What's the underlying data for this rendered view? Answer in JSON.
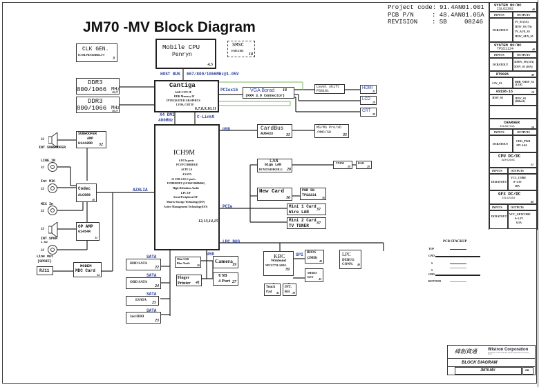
{
  "title": "JM70 -MV Block Diagram",
  "project": {
    "code_label": "Project code:",
    "code_value": "91.4AN01.001",
    "pcb_label": "PCB P/N",
    "pcb_value": ": 48.4AN01.0SA",
    "rev_label": "REVISION",
    "rev_value": ": SB",
    "rev_date": "08246"
  },
  "blocks": {
    "clkgen": {
      "name": "CLK GEN.",
      "part": "ICS9LPRS365BKLFT",
      "page": "3"
    },
    "cpu": {
      "name": "Mobile CPU",
      "sub": "Penryn",
      "page": "4,5"
    },
    "smsc": {
      "name": "SMSC",
      "part": "EMC2102",
      "page": "18"
    },
    "ddr1": {
      "name": "DDR3",
      "speed": "800/1066",
      "unit": "MHz",
      "page": "16,17"
    },
    "ddr2": {
      "name": "DDR3",
      "speed": "800/1066",
      "unit": "MHz",
      "page": "16,17"
    },
    "cantiga": {
      "name": "Cantiga",
      "lines": [
        "AGE+CPU IF",
        "DDR Memory IF",
        "INTEGRATED GRAPHICS",
        "LVDS, CRT IF"
      ],
      "page": "6,7,8,9,10,11"
    },
    "vga": {
      "name": "VGA Borad",
      "sub": "(MXM 3.0 Connector)",
      "page": "18"
    },
    "levelshift": {
      "name": "Level shift",
      "part": "PS8101"
    },
    "hdmi": {
      "name": "HDMI",
      "page": "21"
    },
    "lcd": {
      "name": "LCD",
      "page": "19"
    },
    "crt": {
      "name": "CRT",
      "page": "20"
    },
    "ich9m": {
      "name": "ICH9M",
      "lines": [
        "6 PCIe ports",
        "PCI/PCI BRIDGE",
        "ACPI 2.0",
        "4 SATA",
        "12 USB 2.0/1.1 ports",
        "ETHERNET (10/100/1000MbE)",
        "High Definition Audio",
        "LPC I/F",
        "Serial Peripheral I/F",
        "Matrix Storage Technology(DO)",
        "Active Management Technology(DO)"
      ],
      "page": "12,13,14,15"
    },
    "cardbus": {
      "name": "CardBus",
      "part": "AU6433",
      "page": "35"
    },
    "cardreader": {
      "line1": "MS/MS Pro/xD",
      "line2": "/MMC/SD",
      "page": "35"
    },
    "lan": {
      "name": "LAN",
      "sub": "Giga LAN",
      "part": "BCM5764MKMLG",
      "page": "28"
    },
    "txfm": {
      "name": "TXFM",
      "page": "29"
    },
    "rj45": {
      "name": "RJ45",
      "page": "29"
    },
    "newcard": {
      "name": "New Card",
      "page": "36"
    },
    "pwrsw": {
      "name": "PWR SW",
      "part": "TPS2231",
      "page": "36"
    },
    "mini1": {
      "name": "Mini 1 Card",
      "sub": "Wire LAN",
      "page": "37"
    },
    "mini2": {
      "name": "Mini 2 Card",
      "sub": "TV TUNER",
      "page": "37"
    },
    "subamp": {
      "name": "SUBWOOFER",
      "name2": "AMP",
      "part": "G1442RD",
      "page": "32"
    },
    "codec": {
      "name": "Codec",
      "part": "ALC888",
      "page": "30"
    },
    "opamp": {
      "name": "OP AMP",
      "part": "G1454R",
      "page": "31"
    },
    "modem": {
      "name": "MODEM",
      "sub": "MDC Card",
      "page": "34"
    },
    "rj11": {
      "name": "RJ11"
    },
    "hddsata": {
      "name": "HDD SATA",
      "page": "22"
    },
    "oddsata": {
      "name": "ODD SATA",
      "page": "24"
    },
    "esata": {
      "name": "ESATA",
      "page": "25"
    },
    "hdd2": {
      "name": "2nd HDD",
      "page": "23"
    },
    "miniusb": {
      "name": "Mini USB",
      "sub": "Blue Tooth",
      "page": "26"
    },
    "camera": {
      "name": "Camera",
      "page": "19"
    },
    "finger": {
      "name": "Finger",
      "sub": "Printer",
      "page": "41"
    },
    "usb4": {
      "name": "USB",
      "sub": "4 Port",
      "page": "27"
    },
    "kbc": {
      "name": "KBC",
      "sub": "Winbond",
      "part": "NPCE773LA0DG",
      "page": "39"
    },
    "bios": {
      "name": "BIOS",
      "sub": "(2MB)",
      "page": "40"
    },
    "media": {
      "name": "MEDIA",
      "sub": "KEY",
      "page": "42"
    },
    "touchpad": {
      "name": "Touch",
      "sub": "Pad",
      "page": "41"
    },
    "intkb": {
      "name": "INT.",
      "sub": "KB",
      "page": "39"
    },
    "lpcdebug": {
      "name": "LPC",
      "sub": "DEBUG",
      "sub2": "CONN.",
      "page": "40"
    }
  },
  "audio_ports": {
    "int_subwoofer": "INT.SUBWOOFER",
    "line_in": "LINE_IN",
    "int_mic": "Int MIC",
    "mic_in": "MIC In",
    "int_spkr": "INT.SPKR",
    "int_spkr_sub": "1.5W",
    "line_out": "Line Out",
    "line_out_sub": "(SPDIF)",
    "page": "32"
  },
  "buses": {
    "host": "HOST BUS",
    "host_speed": "667/800/1066MHz@1.05V",
    "pcie16": "PCIex16",
    "dmi": "X4 DMI",
    "dmi_speed": "400MHz",
    "clink": "C-Link0",
    "usb": "USB",
    "pcie": "PCIe",
    "azalia": "AZALIA",
    "lpc": "LPC BUS",
    "usb2": "USB",
    "spi": "SPI",
    "sata": "SATA"
  },
  "power_table": [
    {
      "title": "SYSTEM DC/DC",
      "part": "ISL62392",
      "page": "46",
      "inputs_label": "INPUTS",
      "outputs_label": "OUTPUTS",
      "inputs": "DCBATOUT",
      "outputs": [
        "5V_S5 (5A)",
        "3D3V_S5 (7A)",
        "5V_AUX_S5",
        "3D3V_AUX_S5"
      ]
    },
    {
      "title": "SYSTEM DC/DC",
      "part": "TPS51124",
      "page": "46",
      "inputs_label": "INPUTS",
      "outputs_label": "OUTPUTS",
      "inputs": "DCBATOUT",
      "outputs": [
        "1D05V_S0 (15A)",
        "1D5V_S3 (10A)"
      ]
    },
    {
      "title": "RT9026",
      "part": "",
      "page": "49",
      "inputs": "1.5V_S3",
      "outputs": [
        "DDR_VREF_S3 (1.5A)"
      ]
    },
    {
      "title": "G9198-15",
      "part": "",
      "page": "14",
      "inputs": "3D3V_S5",
      "outputs": [
        "1D5V_S5 (300mA)"
      ]
    },
    {
      "title": "CHARGER",
      "part": "ISL88731A",
      "page": "50",
      "inputs_label": "INPUTS",
      "outputs_label": "OUTPUTS",
      "inputs": "DCBATOUT",
      "outputs": [
        "CHG_PWR",
        "18V 4.0A"
      ]
    },
    {
      "title": "CPU DC/DC",
      "part": "ADP3208C",
      "page": "51",
      "inputs_label": "INPUTS",
      "outputs_label": "OUTPUTS",
      "inputs": "DCBATOUT",
      "outputs": [
        "VCC_CORE",
        "0~1.3V",
        "38A"
      ]
    },
    {
      "title": "GFX DC/DC",
      "part": "ISL62383",
      "page": "48",
      "inputs_label": "INPUTS",
      "outputs_label": "OUTPUTS",
      "inputs": "DCBATOUT",
      "outputs": [
        "VCC_GFXCORE",
        "0~1.3V",
        "6.5A"
      ]
    }
  ],
  "stackup": {
    "title": "PCB STACKUP",
    "layers": [
      "TOP",
      "GND",
      "S",
      "S",
      "GND",
      "BOTTOM"
    ]
  },
  "title_block": {
    "company_cn": "緯創資通",
    "company": "Wistron Corporation",
    "address": "21F, 88, Sec.1, Hsin Tai Wu Rd., Hsichih, Taipei Hsien 221, Taiwan, R.O.C.",
    "doc_title": "BLOCK DIAGRAM",
    "doc_number": "JM70-MV",
    "rev": "SB"
  }
}
